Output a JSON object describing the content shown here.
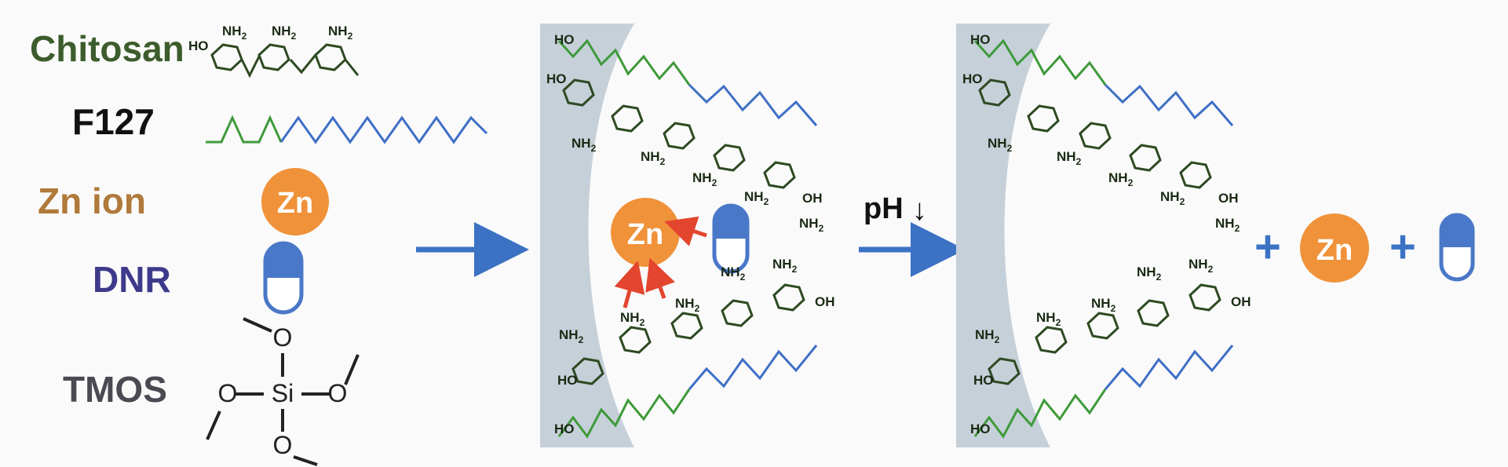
{
  "legend": {
    "items": [
      {
        "label": "Chitosan",
        "color": "#3d5c2c"
      },
      {
        "label": "F127",
        "color": "#111111"
      },
      {
        "label": "Zn ion",
        "color": "#b07a3a"
      },
      {
        "label": "DNR",
        "color": "#3d3a8c"
      },
      {
        "label": "TMOS",
        "color": "#4a4a52"
      }
    ]
  },
  "molecules": {
    "zn_symbol": "Zn",
    "oh": "OH",
    "ho": "HO",
    "nh2_main": "NH",
    "nh2_sub": "2",
    "oxygen": "O",
    "silicon": "Si"
  },
  "process": {
    "ph_label": "pH",
    "ph_arrow": "↓",
    "plus": "+"
  },
  "colors": {
    "chitosan": "#2f4a22",
    "f127_green": "#3f9a3a",
    "f127_blue": "#3f6fc6",
    "zn": "#f0923a",
    "dnr": "#4a78c8",
    "wall": "#c5d0d9",
    "arrow": "#3b72c4",
    "red_arrow": "#e3452e"
  }
}
